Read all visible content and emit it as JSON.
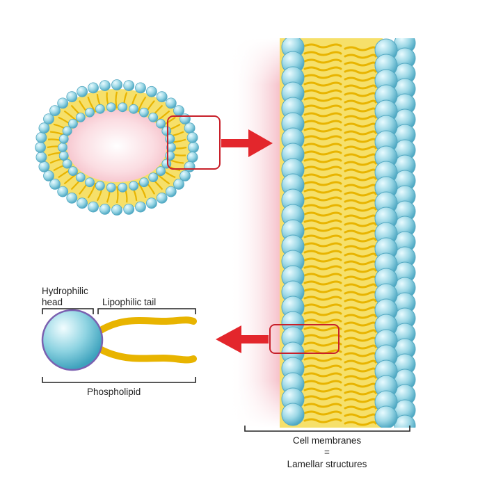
{
  "labels": {
    "hydrophilic_head": "Hydrophilic\nhead",
    "lipophilic_tail": "Lipophilic tail",
    "phospholipid": "Phospholipid",
    "cell_membranes": "Cell membranes",
    "equals": "=",
    "lamellar": "Lamellar structures"
  },
  "colors": {
    "head_fill": "#8fd0e0",
    "head_stroke": "#4aa8c6",
    "tail_fill": "#f2dc55",
    "tail_line": "#e8b400",
    "arrow": "#e3262c",
    "highlight_box": "#c8202a",
    "cell_interior": "#f9cfd6",
    "bracket": "#222222",
    "phospholipid_outline": "#7b60b0"
  },
  "icons": {
    "vesicle": "liposome-vesicle",
    "membrane": "bilayer-membrane",
    "molecule": "phospholipid-molecule"
  }
}
